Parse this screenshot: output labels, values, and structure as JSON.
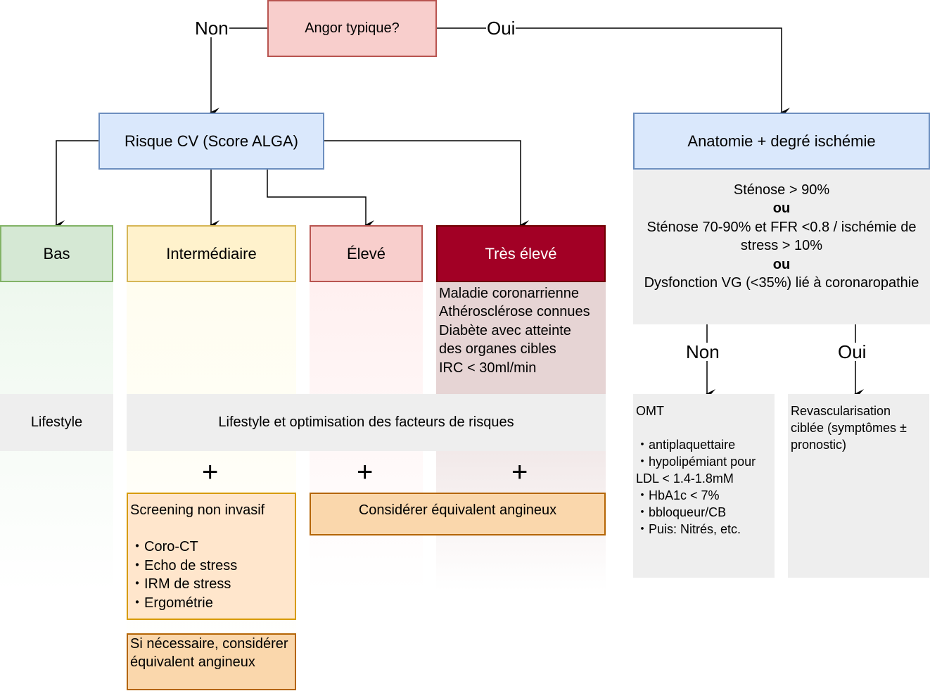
{
  "nodes": {
    "angor": "Angor typique?",
    "risque": "Risque CV (Score ALGA)",
    "anatomie": "Anatomie + degré ischémie",
    "bas": "Bas",
    "intermediaire": "Intermédiaire",
    "eleve": "Élevé",
    "tres_eleve": "Très élevé"
  },
  "edge_labels": {
    "non_top": "Non",
    "oui_top": "Oui",
    "non_right": "Non",
    "oui_right": "Oui"
  },
  "tres_eleve_criteria": [
    "Maladie coronarrienne",
    "Athérosclérose connues",
    "Diabète avec atteinte",
    "des organes cibles",
    "IRC < 30ml/min"
  ],
  "stenose": {
    "line1": "Sténose > 90%",
    "or1": "ou",
    "line2": "Sténose 70-90% et FFR <0.8 / ischémie de stress > 10%",
    "or2": "ou",
    "line3": "Dysfonction VG  (<35%) lié à coronaropathie"
  },
  "lifestyle": {
    "bas": "Lifestyle",
    "others": "Lifestyle et optimisation des facteurs de risques"
  },
  "plus": "+",
  "screening": {
    "title": "Screening non invasif",
    "items": [
      "・Coro-CT",
      "・Echo de stress",
      "・IRM de stress",
      "・Ergométrie"
    ]
  },
  "equiv_angineux": "Considérer équivalent angineux",
  "si_necessaire": "Si nécessaire, considérer équivalent angineux",
  "omt": {
    "title": "OMT",
    "items": [
      "・antiplaquettaire",
      "・hypolipémiant pour LDL < 1.4-1.8mM",
      "・HbA1c < 7%",
      "・bbloqueur/CB",
      "・Puis: Nitrés, etc."
    ]
  },
  "revasc": "Revascularisation ciblée (symptômes ± pronostic)",
  "colors": {
    "red_fill": "#f8cecc",
    "red_stroke": "#b85450",
    "blue_fill": "#dae8fc",
    "blue_stroke": "#6c8ebf",
    "green_fill": "#d5e8d4",
    "green_stroke": "#82b366",
    "yellow_fill": "#fff2cc",
    "yellow_stroke": "#d6b656",
    "darkred_fill": "#a20025",
    "darkred_stroke": "#6f0000",
    "orange_fill": "#fad7ac",
    "orange_stroke": "#b46504",
    "light_orange_fill": "#ffe6cc",
    "light_orange_stroke": "#d79b00",
    "gray": "#eeeeee"
  }
}
